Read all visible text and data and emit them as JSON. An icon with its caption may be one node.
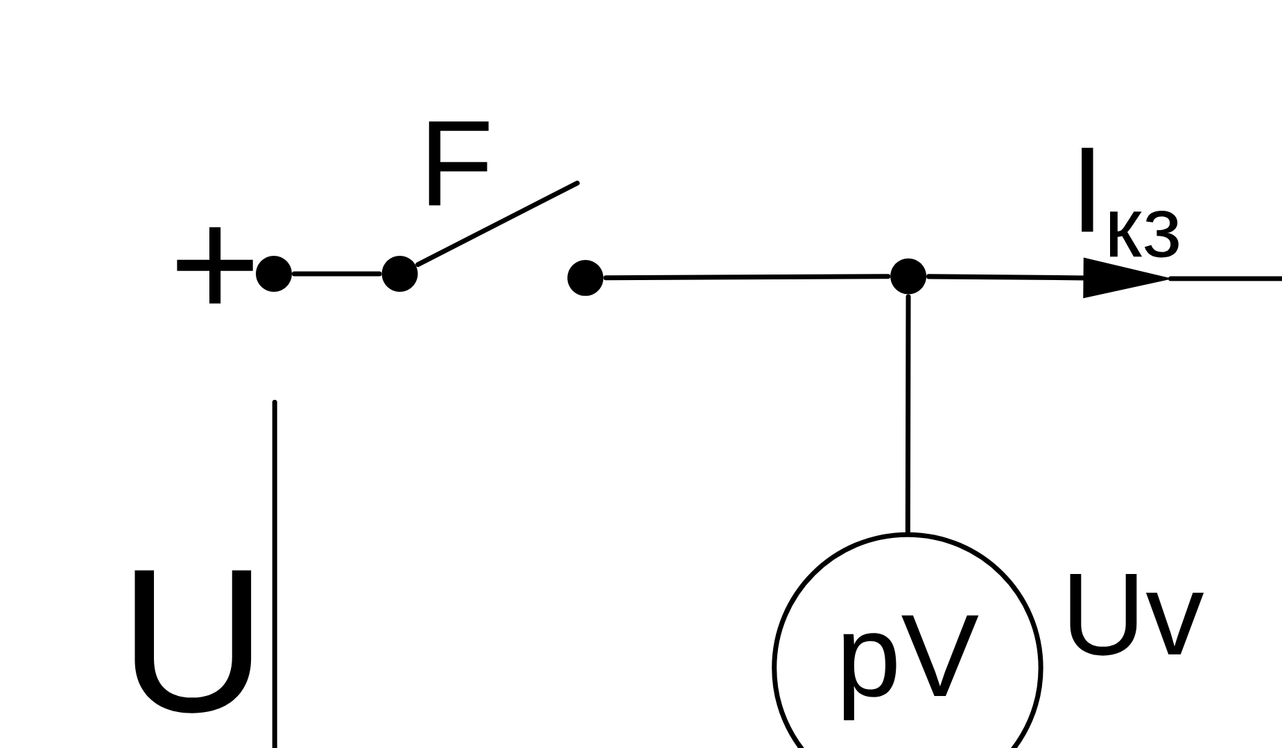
{
  "diagram": {
    "nodes": [
      {
        "text": [],
        "shape": "circle"
      },
      {
        "text": [],
        "shape": "circle"
      },
      {
        "text": [],
        "shape": "circle"
      },
      {
        "text": [],
        "shape": "circle"
      },
      {
        "text": [
          "pV"
        ],
        "beside": [
          "Uv"
        ]
      }
    ],
    "edges": [
      {
        "from": 0,
        "to": 1,
        "arrow": "none"
      },
      {
        "from": 1,
        "to": null,
        "arrow": "none"
      },
      {
        "from": 2,
        "to": 3,
        "arrow": "none"
      },
      {
        "from": 3,
        "to": null,
        "arrow": "to",
        "label": "I$_{кз}$"
      },
      {
        "from": 3,
        "to": 4,
        "arrow": "none"
      }
    ],
    "labels": [
      "+",
      "F",
      "U"
    ]
  }
}
